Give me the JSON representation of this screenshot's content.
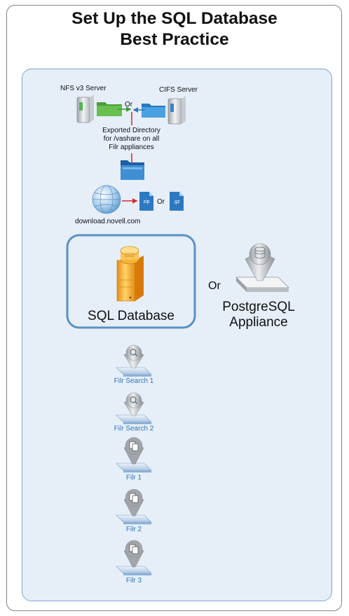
{
  "title": {
    "line1": "Set Up the SQL Database",
    "line2": "Best Practice"
  },
  "storage": {
    "nfs_label": "NFS v3 Server",
    "cifs_label": "CIFS Server",
    "or_label": "Or",
    "exported_line1": "Exported Directory",
    "exported_line2": "for /vashare on all",
    "exported_line3": "Filr appliances"
  },
  "download": {
    "site_label": "download.novell.com",
    "zip_label": "zip",
    "gz_label": ".gz",
    "or_label": "Or"
  },
  "database": {
    "sql_label": "SQL Database",
    "or_label": "Or",
    "postgres_line1": "PostgreSQL",
    "postgres_line2": "Appliance"
  },
  "appliances": [
    {
      "label": "Filr Search 1",
      "icon": "search-icon"
    },
    {
      "label": "Filr Search 2",
      "icon": "search-icon"
    },
    {
      "label": "Filr 1",
      "icon": "copy-icon"
    },
    {
      "label": "Filr 2",
      "icon": "copy-icon"
    },
    {
      "label": "Filr 3",
      "icon": "copy-icon"
    }
  ],
  "colors": {
    "panel_bg": "#e6eef8",
    "panel_border": "#7fa6c9",
    "highlight_border": "#5b90c4",
    "arrow_red": "#d42a2a",
    "arrow_green": "#3a9a3a",
    "arrow_blue": "#2e77b9",
    "label_blue": "#2e77b9"
  }
}
